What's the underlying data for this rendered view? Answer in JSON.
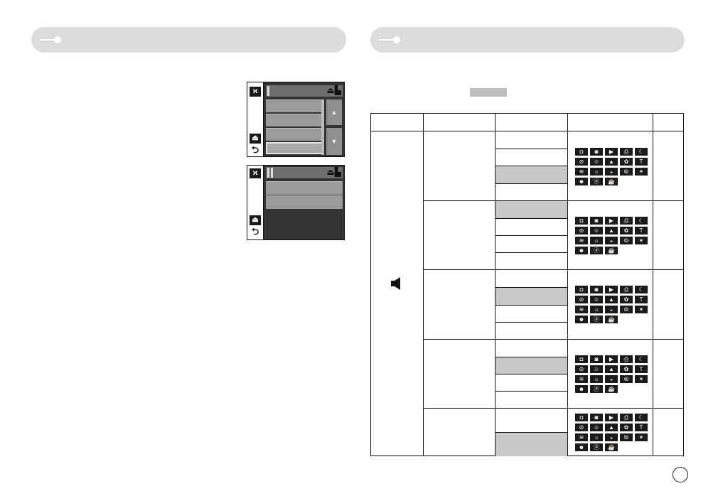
{
  "icons": {
    "mode": "camera-mode-icon",
    "protect": "protect-lock-icon",
    "back": "back-arrow-icon",
    "speaker": "speaker-icon",
    "scene_icons": [
      "camera",
      "camera-plus",
      "movie",
      "print",
      "night",
      "macro",
      "portrait",
      "landscape",
      "flower",
      "text",
      "beach",
      "sunset",
      "dawn",
      "backlight",
      "fireworks",
      "self-portrait",
      "close-up",
      "cafe"
    ]
  },
  "scene_glyphs": [
    "◘",
    "◙",
    "▶",
    "⎙",
    "☾",
    "⊘",
    "☺",
    "▲",
    "✿",
    "T",
    "≋",
    "☼",
    "◒",
    "⦾",
    "✶",
    "☻",
    "ⓟ",
    "☕"
  ]
}
